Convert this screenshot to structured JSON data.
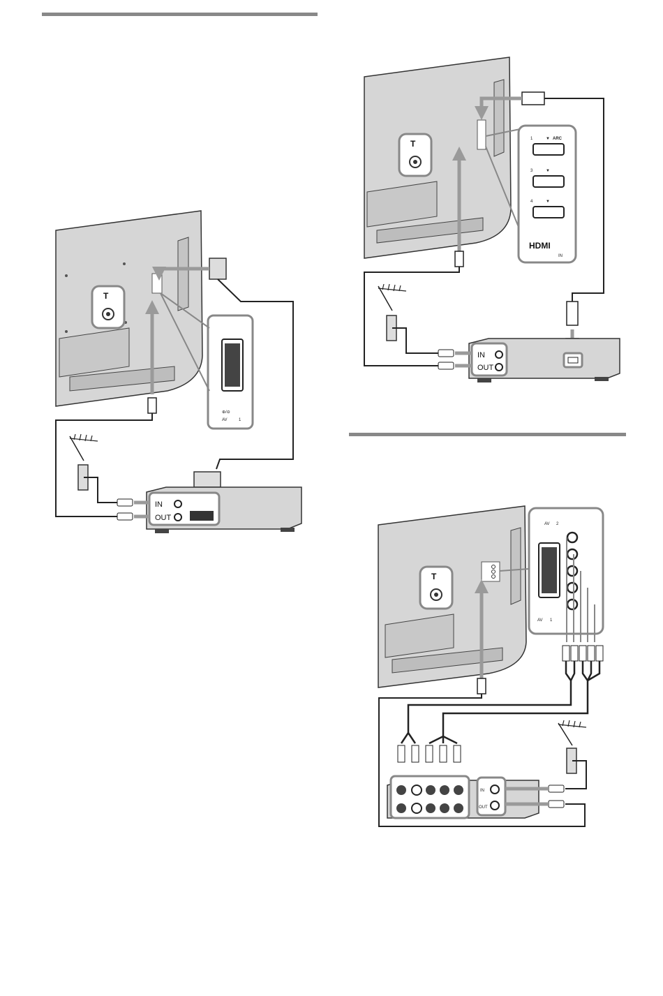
{
  "diagram1": {
    "scart": {
      "av_label": "AV",
      "av_number": "1"
    },
    "recorder": {
      "in_label": "IN",
      "out_label": "OUT"
    }
  },
  "diagram2": {
    "hdmi": {
      "port1": "1",
      "arc": "ARC",
      "port3": "3",
      "port4": "4",
      "logo": "HDMI",
      "in": "IN"
    },
    "recorder": {
      "in_label": "IN",
      "out_label": "OUT"
    }
  },
  "diagram3": {
    "panel": {
      "av2_label": "AV",
      "av2_number": "2",
      "av1_label": "AV",
      "av1_number": "1"
    },
    "recorder": {
      "in_label": "IN",
      "out_label": "OUT"
    }
  },
  "colors": {
    "line": "#222222",
    "cable_gray": "#9a9a9a",
    "tv_body": "#d6d6d6",
    "panel": "#ececec"
  }
}
